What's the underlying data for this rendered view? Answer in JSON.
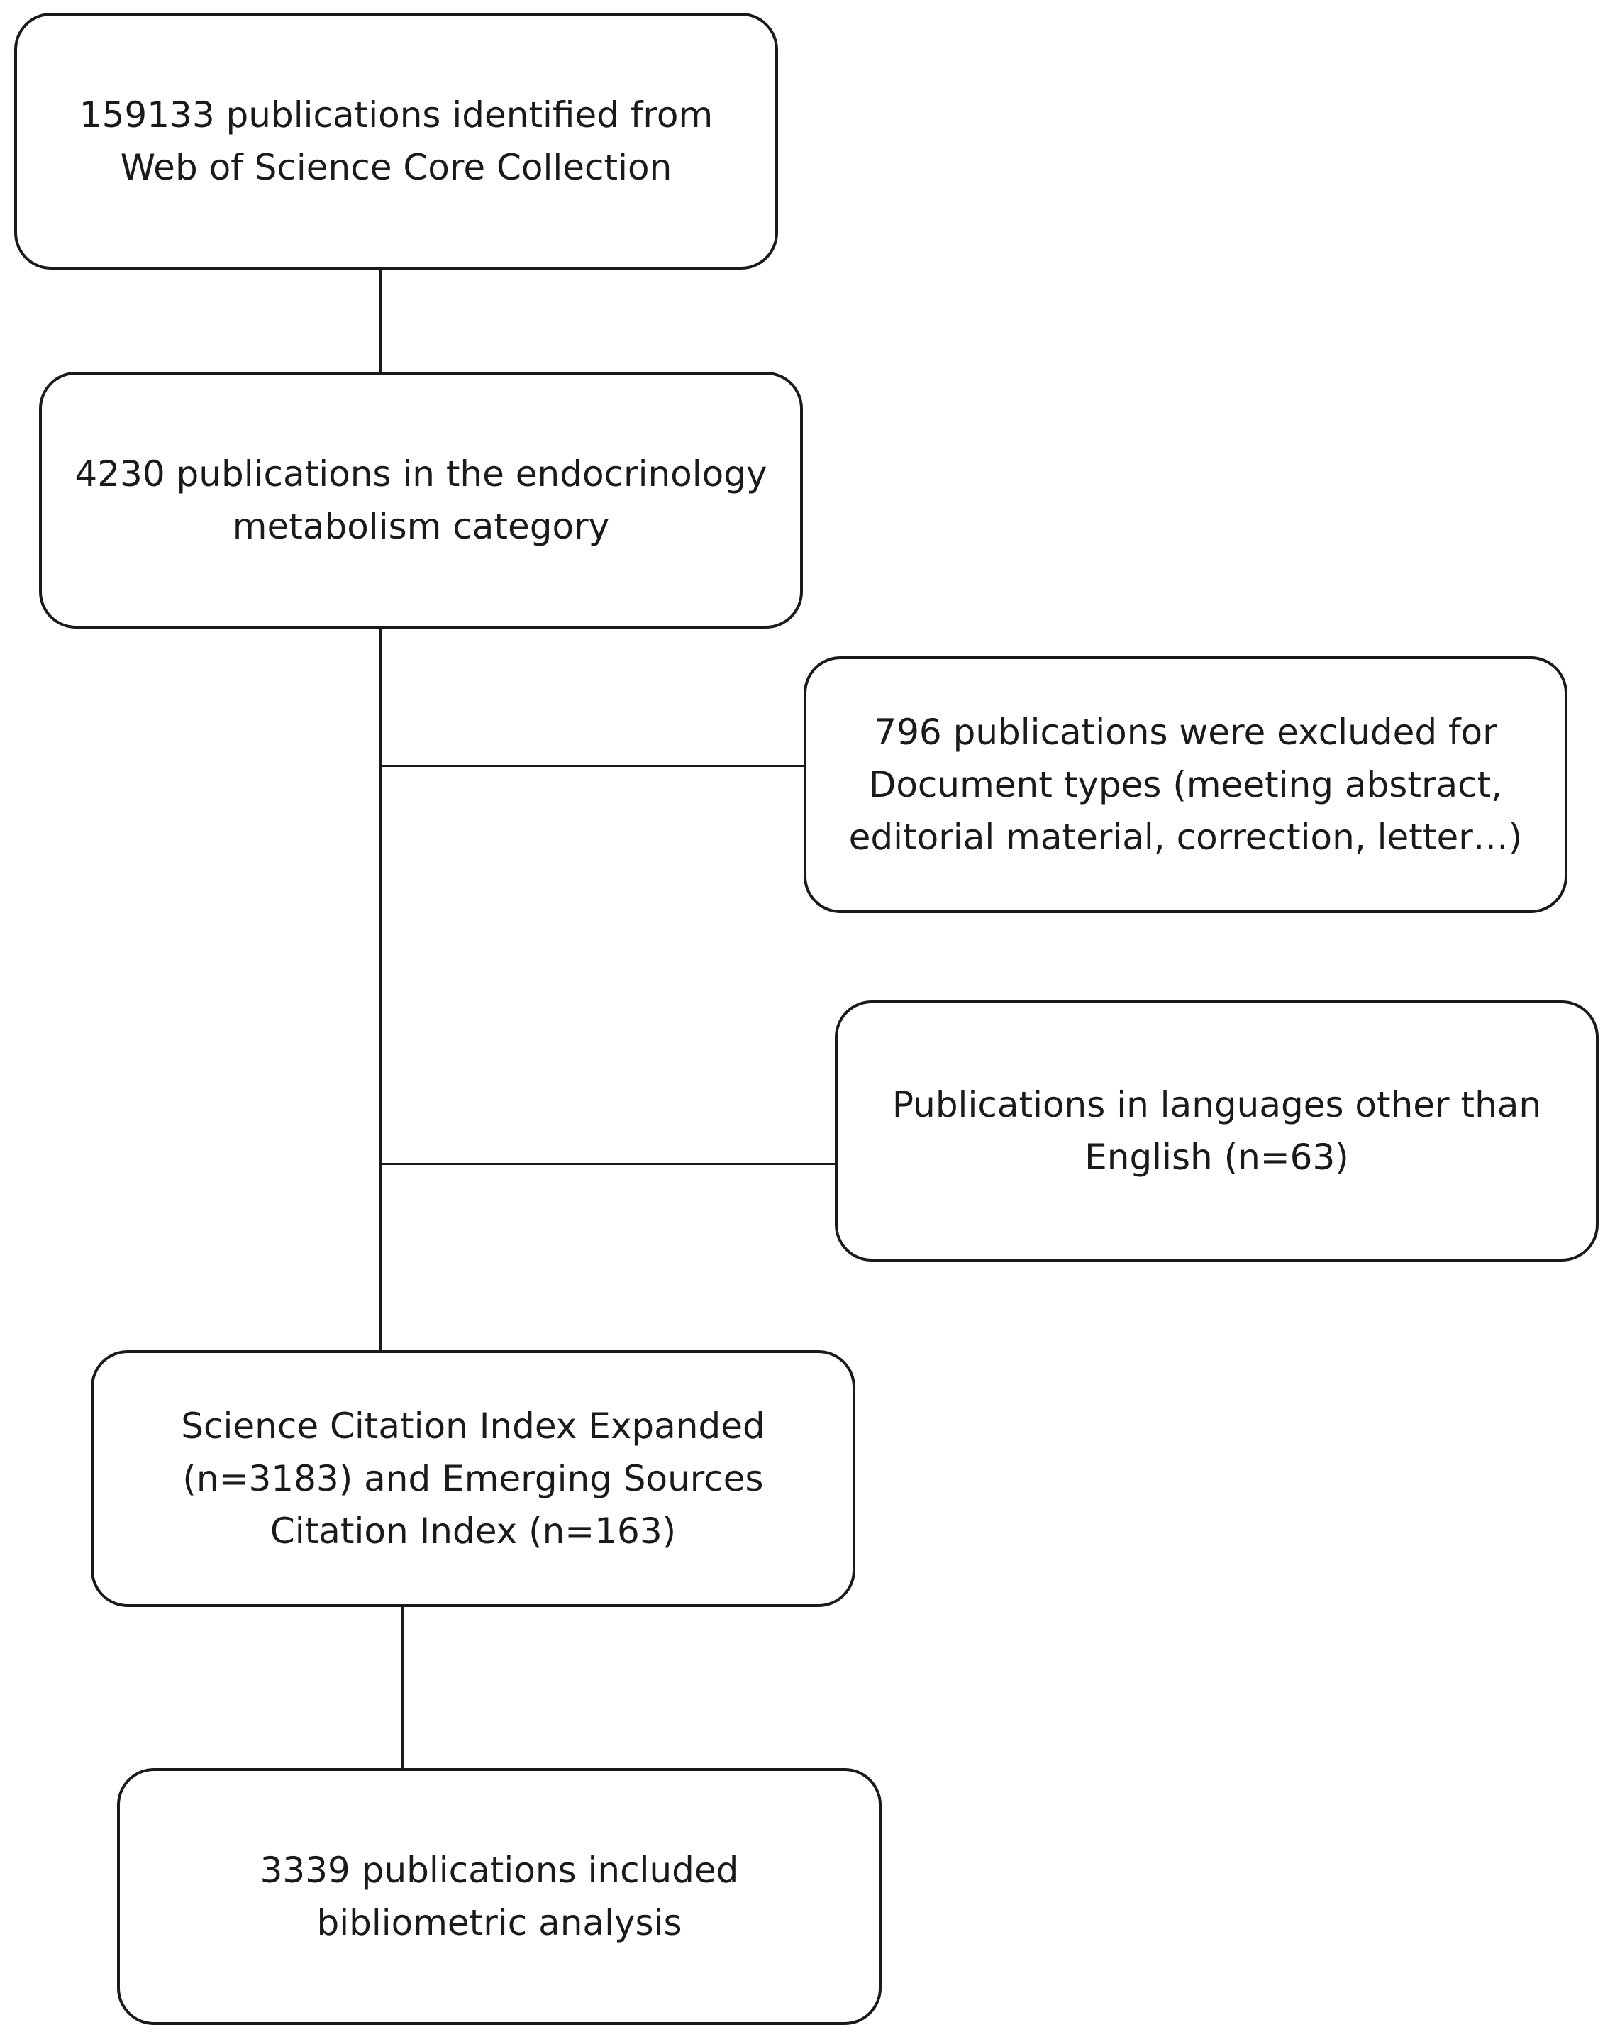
{
  "flowchart": {
    "boxes": {
      "identified": "159133 publications identified from\nWeb of Science Core Collection",
      "category": "4230 publications in the endocrinology\nmetabolism category",
      "excluded_doctypes": "796 publications were excluded for\nDocument types (meeting abstract,\neditorial material, correction, letter…)",
      "excluded_language": "Publications in languages other than\nEnglish (n=63)",
      "citation_index": "Science Citation Index Expanded\n(n=3183) and Emerging Sources\nCitation Index (n=163)",
      "included": "3339 publications included\nbibliometric analysis"
    }
  }
}
